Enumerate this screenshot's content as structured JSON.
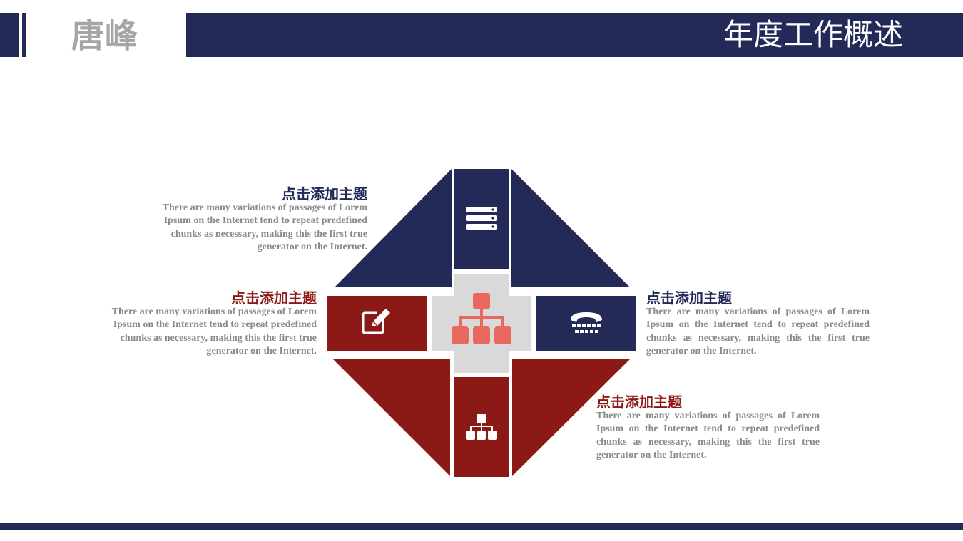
{
  "header": {
    "brand": "唐峰",
    "title": "年度工作概述"
  },
  "colors": {
    "navy": "#232a58",
    "red": "#8b1a17",
    "gray": "#d9d9d9",
    "coral": "#e8685e",
    "text_gray": "#8a8a8a"
  },
  "blocks": [
    {
      "heading": "点击添加主题",
      "body": "There are many variations of passages of Lorem Ipsum on the Internet tend to repeat predefined chunks as necessary, making this the first true generator on the Internet."
    },
    {
      "heading": "点击添加主题",
      "body": "There are many variations of passages of Lorem Ipsum on the Internet tend to repeat predefined chunks as necessary, making this the first true generator on the Internet."
    },
    {
      "heading": "点击添加主题",
      "body": "There are many variations of passages of Lorem Ipsum on the Internet tend to repeat predefined chunks as necessary, making this the first true generator on the Internet."
    },
    {
      "heading": "点击添加主题",
      "body": "There are many variations of passages of Lorem Ipsum on the Internet tend to repeat predefined chunks as necessary, making this the first true generator on the Internet."
    }
  ],
  "icons": {
    "top": "server-icon",
    "left": "edit-icon",
    "right": "telephone-icon",
    "bottom": "hierarchy-icon",
    "center": "org-chart-icon"
  }
}
